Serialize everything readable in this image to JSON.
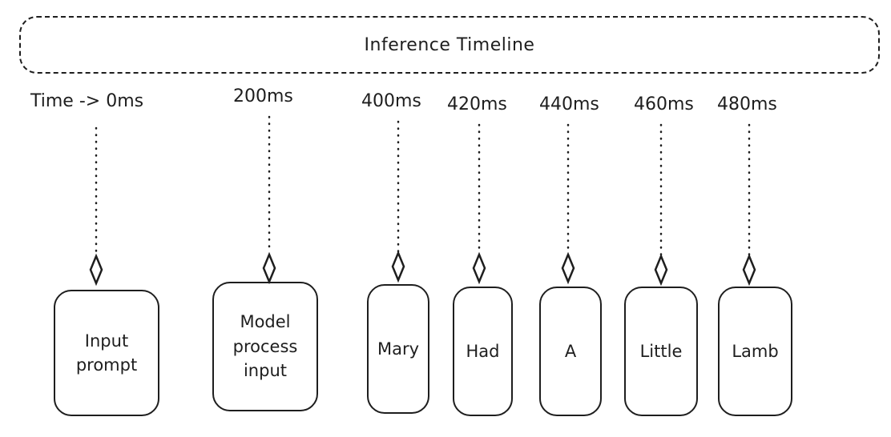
{
  "title": "Inference Timeline",
  "steps": [
    {
      "time": "Time -> 0ms",
      "label_lines": [
        "Input",
        "prompt"
      ]
    },
    {
      "time": "200ms",
      "label_lines": [
        "Model",
        "process",
        "input"
      ]
    },
    {
      "time": "400ms",
      "label_lines": [
        "Mary"
      ]
    },
    {
      "time": "420ms",
      "label_lines": [
        "Had"
      ]
    },
    {
      "time": "440ms",
      "label_lines": [
        "A"
      ]
    },
    {
      "time": "460ms",
      "label_lines": [
        "Little"
      ]
    },
    {
      "time": "480ms",
      "label_lines": [
        "Lamb"
      ]
    }
  ]
}
